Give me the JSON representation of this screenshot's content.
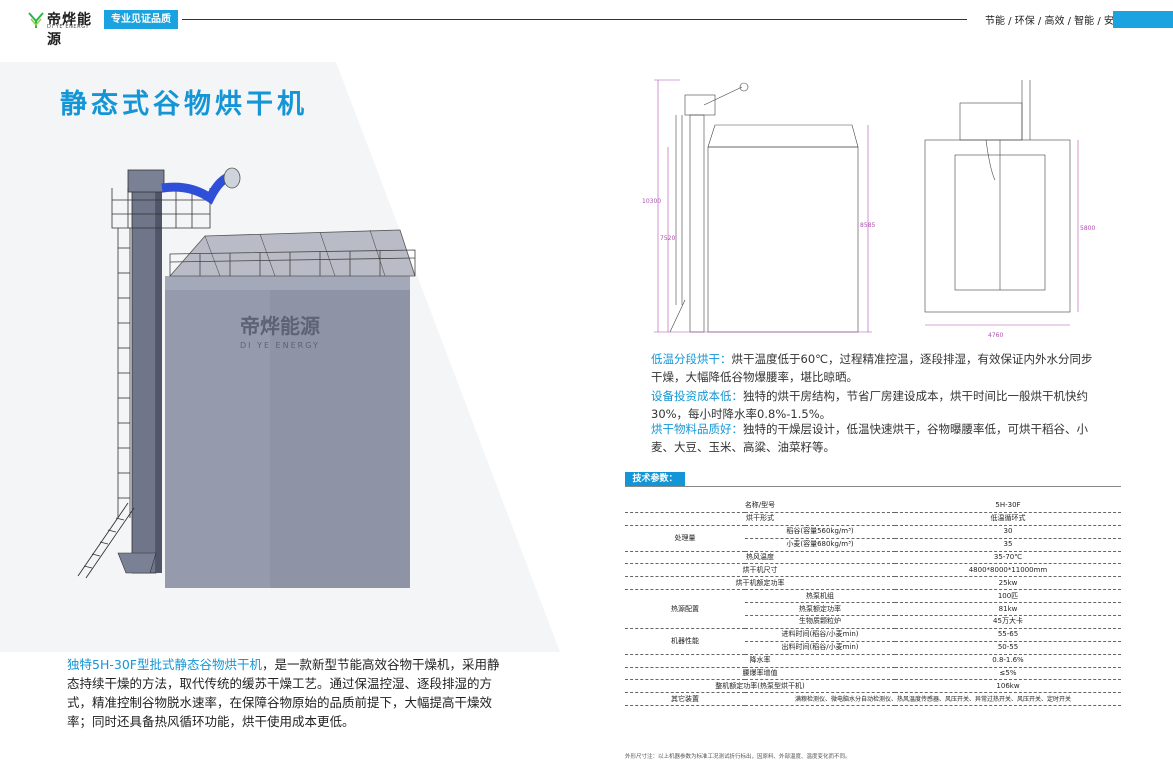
{
  "header": {
    "logo_cn": "帝烨能源",
    "logo_en": "DI YE ENERGY",
    "badge": "专业见证品质",
    "slogan": "节能 / 环保 / 高效 / 智能 / 安全",
    "brand_color": "#1aa3e0"
  },
  "left": {
    "title": "静态式谷物烘干机",
    "machine_logo_cn": "帝烨能源",
    "machine_logo_en": "DI YE ENERGY",
    "desc_highlight": "独特5H-30F型批式静态谷物烘干机",
    "desc_rest": "，是一款新型节能高效谷物干燥机，采用静态持续干燥的方法，取代传统的缓苏干燥工艺。通过保温控湿、逐段排湿的方式，精准控制谷物脱水速率，在保障谷物原始的品质前提下，大幅提高干燥效率；同时还具备热风循环功能，烘干使用成本更低。"
  },
  "drawings": {
    "dim_total_height": "10300",
    "dim_lower_height": "7520",
    "dim_body_height": "8585",
    "dim_side_height": "5800",
    "dim_width": "4760"
  },
  "features": [
    {
      "key": "低温分段烘干：",
      "text": "烘干温度低于60℃，过程精准控温，逐段排湿，有效保证内外水分同步干燥，大幅降低谷物爆腰率，堪比晾晒。"
    },
    {
      "key": "设备投资成本低：",
      "text": "独特的烘干房结构，节省厂房建设成本，烘干时间比一般烘干机快约30%，每小时降水率0.8%-1.5%。"
    },
    {
      "key": "烘干物料品质好：",
      "text": "独特的干燥层设计，低温快速烘干，谷物曝腰率低，可烘干稻谷、小麦、大豆、玉米、高粱、油菜籽等。"
    }
  ],
  "spec": {
    "badge": "技术参数：",
    "header": [
      "名称/型号",
      "5H-30F"
    ],
    "rows": {
      "form": [
        "烘干形式",
        "低温循环式"
      ],
      "cap_group": "处理量",
      "rice": [
        "稻谷(容量560kg/m³)",
        "30"
      ],
      "wheat": [
        "小麦(容量680kg/m³)",
        "35"
      ],
      "temp": [
        "热风温度",
        "35-70℃"
      ],
      "size": [
        "烘干机尺寸",
        "4800*8000*11000mm"
      ],
      "power": [
        "烘干机额定功率",
        "25kw"
      ],
      "heat_group": "热源配置",
      "hp_unit": [
        "热泵机组",
        "100匹"
      ],
      "hp_power": [
        "热泵额定功率",
        "81kw"
      ],
      "bio": [
        "生物质颗粒炉",
        "45万大卡"
      ],
      "perf_group": "机器性能",
      "in_time": [
        "进料时间(稻谷/小麦min)",
        "55-65"
      ],
      "out_time": [
        "出料时间(稻谷/小麦min)",
        "50-55"
      ],
      "drop": [
        "降水率",
        "0.8-1.6%"
      ],
      "crack": [
        "腰爆率增值",
        "≤5%"
      ],
      "total_power": [
        "整机额定功率(热泵型烘干机)",
        "106kw"
      ],
      "other": [
        "其它装置",
        "满粮检测仪、微电脑水分自动检测仪、热风温度传感器、风压开关、异常过热开关、风压开关、定时开关"
      ]
    },
    "footnote": "外形尺寸注：以上机器参数为标准工况测试折行标出，因原料、外部温度、温度变化而不同。"
  }
}
